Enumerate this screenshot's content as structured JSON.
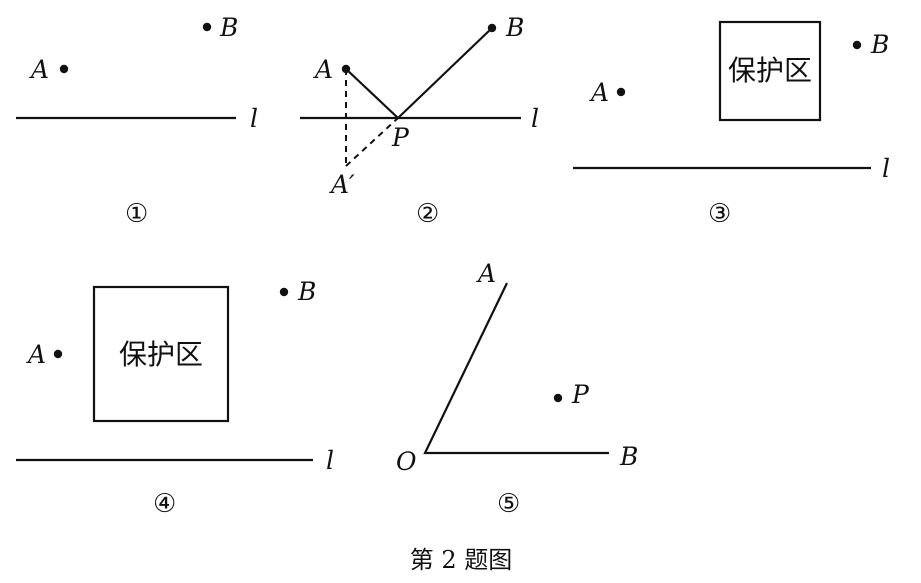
{
  "figures": {
    "f1": {
      "A": "A",
      "B": "B",
      "l": "l",
      "num": "①"
    },
    "f2": {
      "A": "A",
      "B": "B",
      "l": "l",
      "P": "P",
      "Aprime": "A′",
      "num": "②"
    },
    "f3": {
      "A": "A",
      "B": "B",
      "l": "l",
      "zone": "保护区",
      "num": "③"
    },
    "f4": {
      "A": "A",
      "B": "B",
      "l": "l",
      "zone": "保护区",
      "num": "④"
    },
    "f5": {
      "A": "A",
      "B": "B",
      "O": "O",
      "P": "P",
      "num": "⑤"
    }
  },
  "caption": "第 2 题图"
}
